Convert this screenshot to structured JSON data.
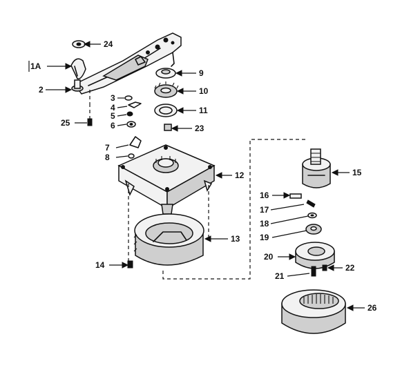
{
  "callouts": {
    "p24": "24",
    "p1a": "1A",
    "p2": "2",
    "p9": "9",
    "p10": "10",
    "p3": "3",
    "p4": "4",
    "p5": "5",
    "p6": "6",
    "p11": "11",
    "p25": "25",
    "p23": "23",
    "p7": "7",
    "p8": "8",
    "p12": "12",
    "p15": "15",
    "p16": "16",
    "p17": "17",
    "p18": "18",
    "p19": "19",
    "p13": "13",
    "p14": "14",
    "p20": "20",
    "p21": "21",
    "p22": "22",
    "p26": "26"
  }
}
